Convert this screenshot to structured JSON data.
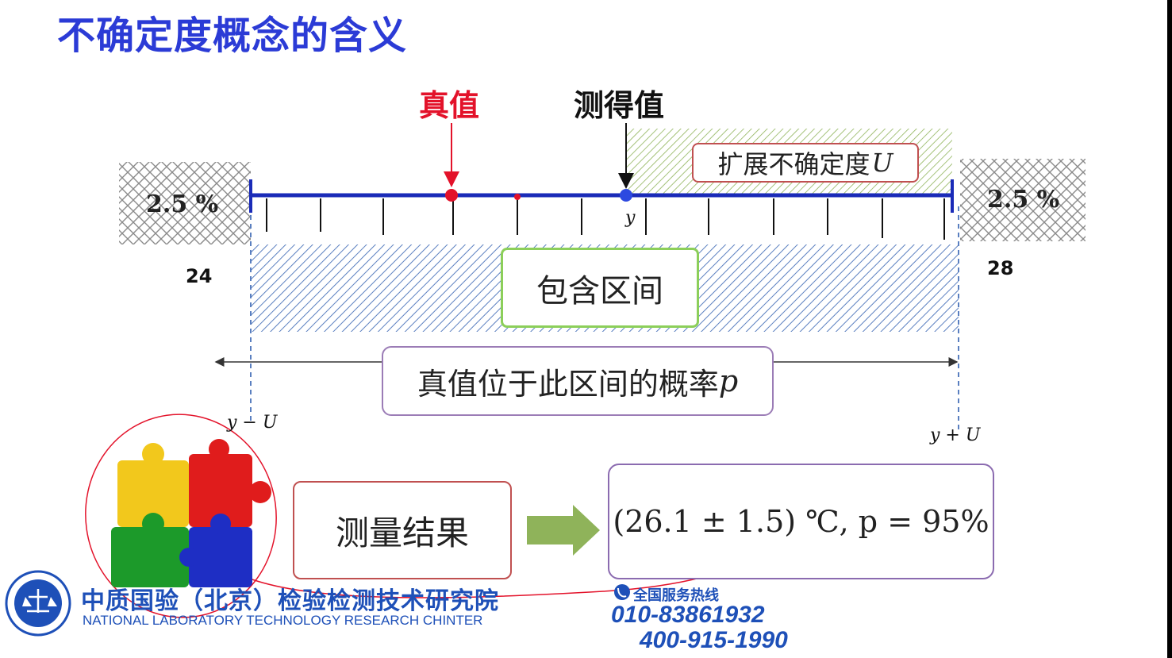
{
  "title": "不确定度概念的含义",
  "labels": {
    "true_value": "真值",
    "measured_value": "测得值",
    "expanded_uncertainty": "扩展不确定度",
    "expanded_uncertainty_symbol": "U",
    "coverage_interval": "包含区间",
    "probability_text": "真值位于此区间的概率",
    "probability_symbol": "p",
    "measurement_result": "测量结果",
    "result_formula": "(26.1 ± 1.5) ℃, p = 95%"
  },
  "axis": {
    "left_tail": "2.5 %",
    "right_tail": "2.5 %",
    "left_value": "24",
    "right_value": "28",
    "y_label": "y",
    "lower_bound": "y − U",
    "upper_bound": "y + U"
  },
  "footer": {
    "org_cn": "中质国验（北京）检验检测技术研究院",
    "org_en": "NATIONAL LABORATORY TECHNOLOGY RESEARCH CHINTER",
    "hotline_label": "全国服务热线",
    "phone_1": "010-83861932",
    "phone_2": "400-915-1990"
  },
  "colors": {
    "title": "#2b3bd6",
    "axis": "#1a2bb8",
    "true_value": "#e3122a",
    "interval_hatch": "#5a7fc0",
    "uncertainty_hatch": "#8fb35a",
    "brand": "#1e50b8"
  }
}
